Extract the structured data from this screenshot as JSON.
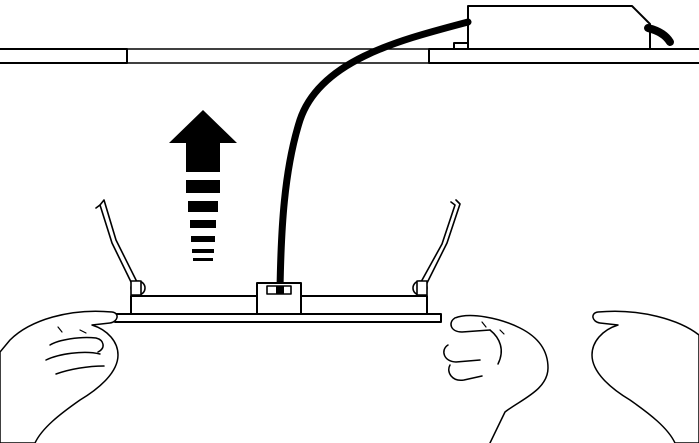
{
  "figure": {
    "kind": "installation-illustration",
    "stroke_color": "#000000",
    "fill_color": "#ffffff",
    "parts": [
      "ceiling-panel",
      "ceiling-cutout",
      "led-driver-box",
      "power-cable",
      "push-up-arrow",
      "spring-clip-left",
      "spring-clip-right",
      "led-panel-light",
      "cable-junction-box",
      "left-hand",
      "right-hand"
    ]
  }
}
